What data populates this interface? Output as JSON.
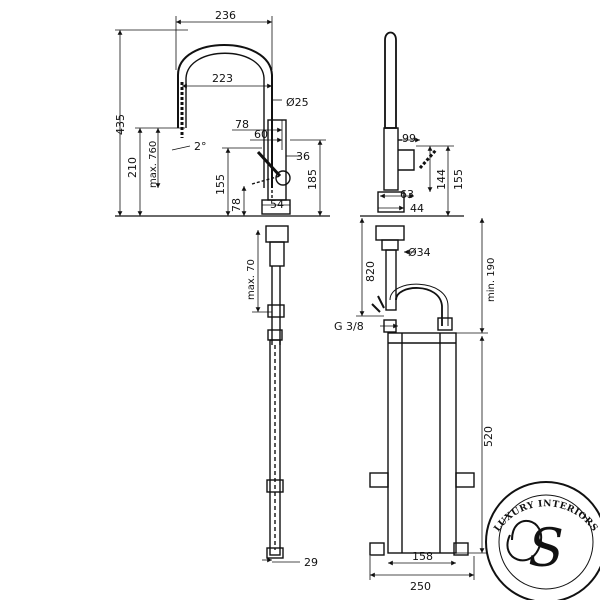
{
  "dimensions": {
    "d236": "236",
    "d223": "223",
    "d25": "Ø25",
    "d435": "435",
    "d210": "210",
    "d760": "max. 760",
    "d2deg": "2°",
    "d78a": "78",
    "d60": "60",
    "d36": "36",
    "d155a": "155",
    "d185": "185",
    "d78b": "78",
    "d54": "54",
    "d70": "max. 70",
    "d29": "29",
    "d99": "99",
    "d144": "144",
    "d155b": "155",
    "d63": "63",
    "d44": "44",
    "d34": "Ø34",
    "d820": "820",
    "d190": "min. 190",
    "dG38": "G 3/8",
    "d520": "520",
    "d158": "158",
    "d250": "250"
  },
  "logo": {
    "text": "LUXURY INTERIORS",
    "monogram": "S"
  }
}
